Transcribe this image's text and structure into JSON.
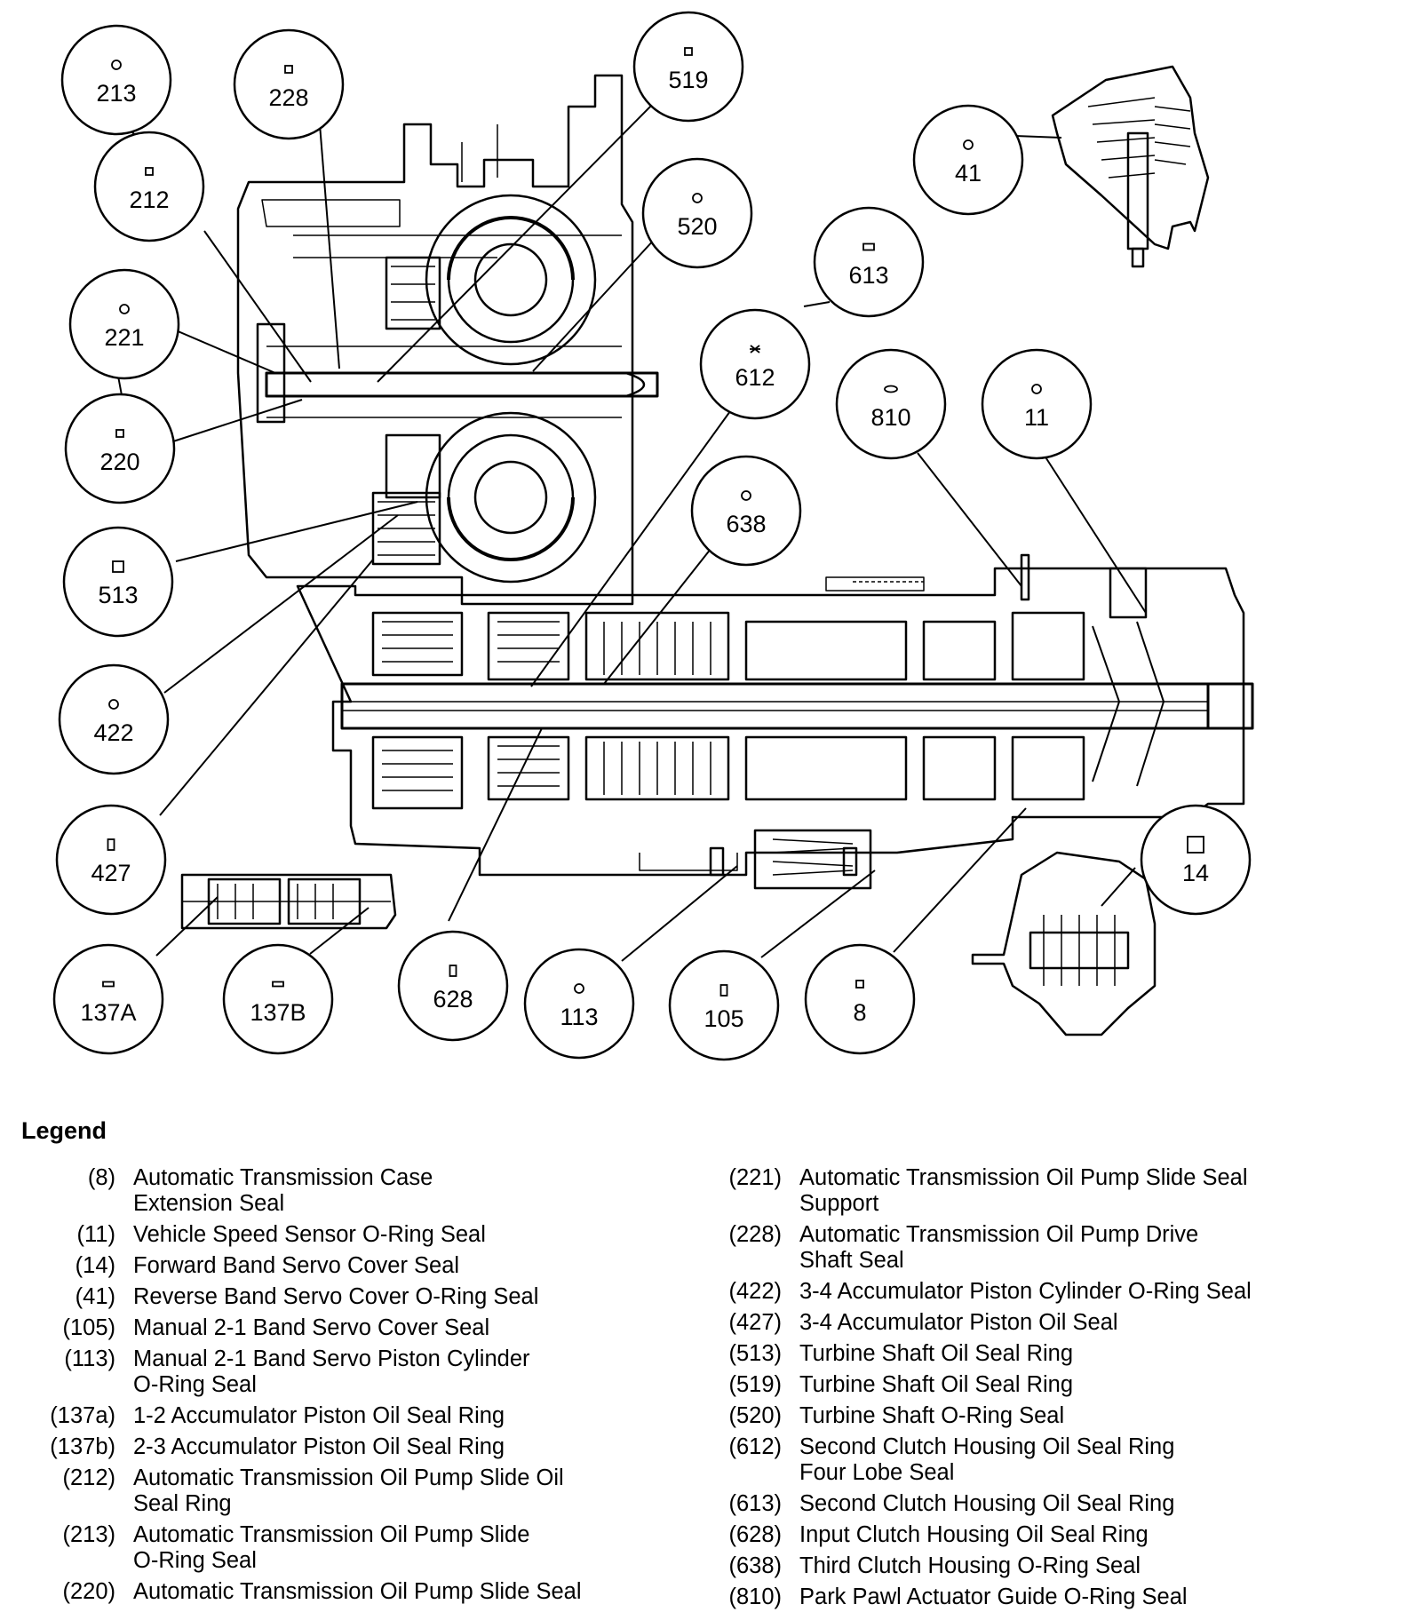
{
  "callouts": [
    {
      "id": "213",
      "label": "213",
      "marker": "circle"
    },
    {
      "id": "228",
      "label": "228",
      "marker": "square"
    },
    {
      "id": "519",
      "label": "519",
      "marker": "square"
    },
    {
      "id": "212",
      "label": "212",
      "marker": "square"
    },
    {
      "id": "520",
      "label": "520",
      "marker": "circle"
    },
    {
      "id": "41",
      "label": "41",
      "marker": "circle"
    },
    {
      "id": "613",
      "label": "613",
      "marker": "rect"
    },
    {
      "id": "221",
      "label": "221",
      "marker": "circle"
    },
    {
      "id": "612",
      "label": "612",
      "marker": "lobe"
    },
    {
      "id": "810",
      "label": "810",
      "marker": "ellipse"
    },
    {
      "id": "11",
      "label": "11",
      "marker": "circle"
    },
    {
      "id": "220",
      "label": "220",
      "marker": "square"
    },
    {
      "id": "638",
      "label": "638",
      "marker": "circle"
    },
    {
      "id": "513",
      "label": "513",
      "marker": "square"
    },
    {
      "id": "422",
      "label": "422",
      "marker": "circle"
    },
    {
      "id": "427",
      "label": "427",
      "marker": "tall-rect"
    },
    {
      "id": "14",
      "label": "14",
      "marker": "square"
    },
    {
      "id": "137A",
      "label": "137A",
      "marker": "flat-rect"
    },
    {
      "id": "137B",
      "label": "137B",
      "marker": "flat-rect"
    },
    {
      "id": "628",
      "label": "628",
      "marker": "tall-rect"
    },
    {
      "id": "113",
      "label": "113",
      "marker": "circle"
    },
    {
      "id": "105",
      "label": "105",
      "marker": "tall-rect"
    },
    {
      "id": "8",
      "label": "8",
      "marker": "square"
    }
  ],
  "legend": {
    "title": "Legend",
    "left": [
      {
        "code": "(8)",
        "lines": [
          "Automatic Transmission Case",
          "Extension Seal"
        ]
      },
      {
        "code": "(11)",
        "lines": [
          "Vehicle Speed Sensor O-Ring Seal"
        ]
      },
      {
        "code": "(14)",
        "lines": [
          "Forward Band Servo Cover Seal"
        ]
      },
      {
        "code": "(41)",
        "lines": [
          "Reverse Band Servo Cover O-Ring Seal"
        ]
      },
      {
        "code": "(105)",
        "lines": [
          "Manual 2-1 Band Servo Cover Seal"
        ]
      },
      {
        "code": "(113)",
        "lines": [
          "Manual 2-1 Band Servo Piston Cylinder",
          "O-Ring Seal"
        ]
      },
      {
        "code": "(137a)",
        "lines": [
          "1-2 Accumulator Piston Oil Seal Ring"
        ]
      },
      {
        "code": "(137b)",
        "lines": [
          "2-3 Accumulator Piston Oil Seal Ring"
        ]
      },
      {
        "code": "(212)",
        "lines": [
          "Automatic Transmission Oil Pump Slide Oil",
          "Seal Ring"
        ]
      },
      {
        "code": "(213)",
        "lines": [
          "Automatic Transmission Oil Pump Slide",
          "O-Ring Seal"
        ]
      },
      {
        "code": "(220)",
        "lines": [
          "Automatic Transmission Oil Pump Slide Seal"
        ]
      }
    ],
    "right": [
      {
        "code": "(221)",
        "lines": [
          "Automatic Transmission Oil Pump Slide Seal",
          "Support"
        ]
      },
      {
        "code": "(228)",
        "lines": [
          "Automatic Transmission Oil Pump Drive",
          "Shaft Seal"
        ]
      },
      {
        "code": "(422)",
        "lines": [
          "3-4 Accumulator Piston Cylinder O-Ring Seal"
        ]
      },
      {
        "code": "(427)",
        "lines": [
          "3-4 Accumulator Piston Oil Seal"
        ]
      },
      {
        "code": "(513)",
        "lines": [
          "Turbine Shaft Oil Seal Ring"
        ]
      },
      {
        "code": "(519)",
        "lines": [
          "Turbine Shaft Oil Seal Ring"
        ]
      },
      {
        "code": "(520)",
        "lines": [
          "Turbine Shaft O-Ring Seal"
        ]
      },
      {
        "code": "(612)",
        "lines": [
          "Second Clutch Housing Oil Seal Ring",
          "Four Lobe Seal"
        ]
      },
      {
        "code": "(613)",
        "lines": [
          "Second Clutch Housing Oil Seal Ring"
        ]
      },
      {
        "code": "(628)",
        "lines": [
          "Input Clutch Housing Oil Seal Ring"
        ]
      },
      {
        "code": "(638)",
        "lines": [
          "Third Clutch Housing O-Ring Seal"
        ]
      },
      {
        "code": "(810)",
        "lines": [
          "Park Pawl Actuator Guide O-Ring Seal"
        ]
      }
    ]
  }
}
